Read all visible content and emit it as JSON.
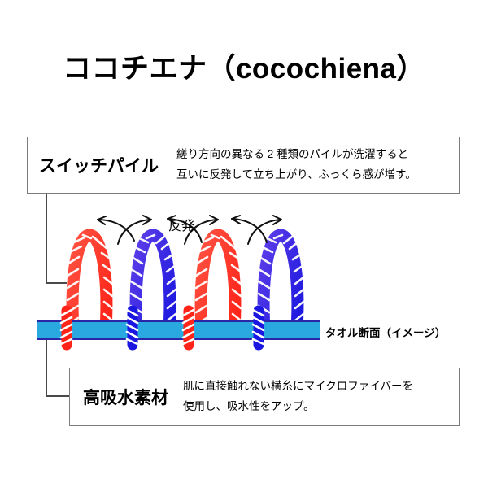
{
  "title": "ココチエナ（cocochiena）",
  "callouts": [
    {
      "heading": "スイッチパイル",
      "lines": [
        "縒り方向の異なる 2 種類のパイルが洗濯すると",
        "互いに反発して立ち上がり、ふっくら感が増す。"
      ]
    },
    {
      "heading": "高吸水素材",
      "lines": [
        "肌に直接触れない横糸にマイクロファイバーを",
        "使用し、吸水性をアップ。"
      ]
    }
  ],
  "diagram": {
    "repel_label": "反発",
    "towel_label": "タオル断面（イメージ）",
    "loops": [
      {
        "color_name": "red",
        "twist": "S"
      },
      {
        "color_name": "blue",
        "twist": "Z"
      },
      {
        "color_name": "red",
        "twist": "S"
      },
      {
        "color_name": "blue",
        "twist": "Z"
      }
    ]
  },
  "colors": {
    "red_main": "#ff2318",
    "red_light": "#ff5242",
    "blue_main": "#1b17e0",
    "blue_light": "#5d3ee8",
    "bar_fill": "#29a9e0",
    "bar_edge": "#2b25a8",
    "box_border": "#7d7d7d",
    "line": "#4a4a4a",
    "text": "#000000"
  }
}
